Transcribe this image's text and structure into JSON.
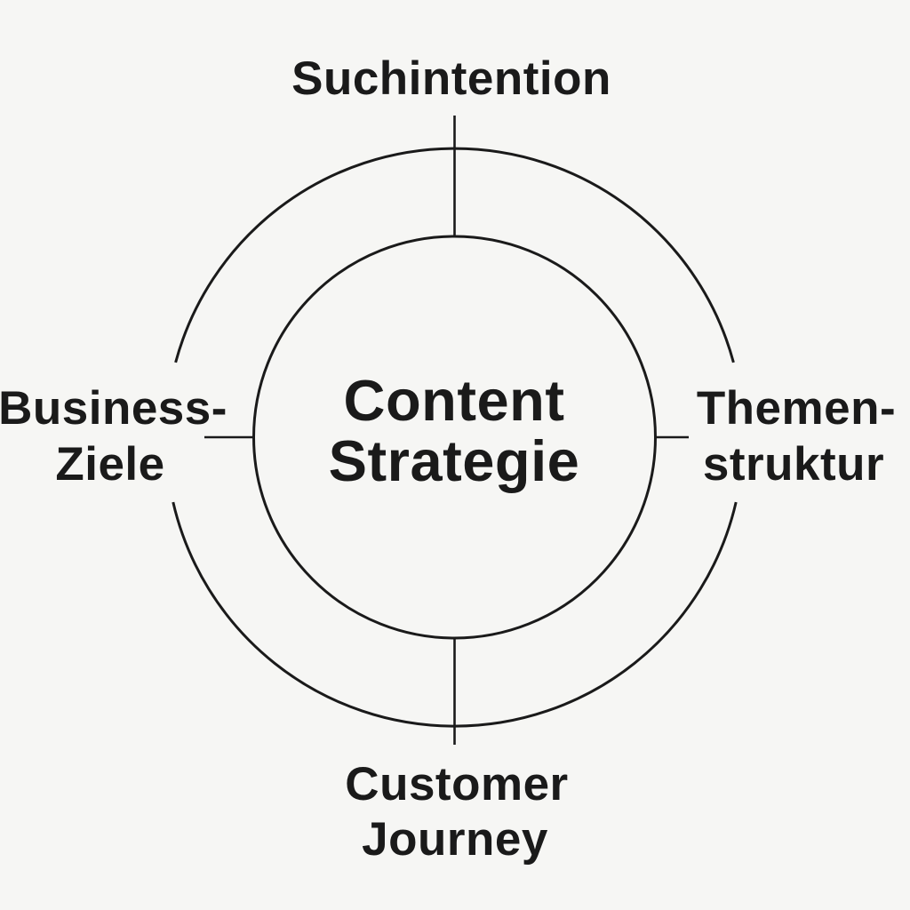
{
  "theme": {
    "background": "#f6f6f4",
    "ink": "#1a1a1a"
  },
  "diagram": {
    "center": {
      "lines": [
        "Content",
        "Strategie"
      ]
    },
    "labels": {
      "top": {
        "lines": [
          "Suchintention"
        ]
      },
      "right": {
        "lines": [
          "Themen-",
          "struktur"
        ]
      },
      "bottom": {
        "lines": [
          "Customer",
          "Journey"
        ]
      },
      "left": {
        "lines": [
          "Business-",
          "Ziele"
        ]
      }
    }
  }
}
